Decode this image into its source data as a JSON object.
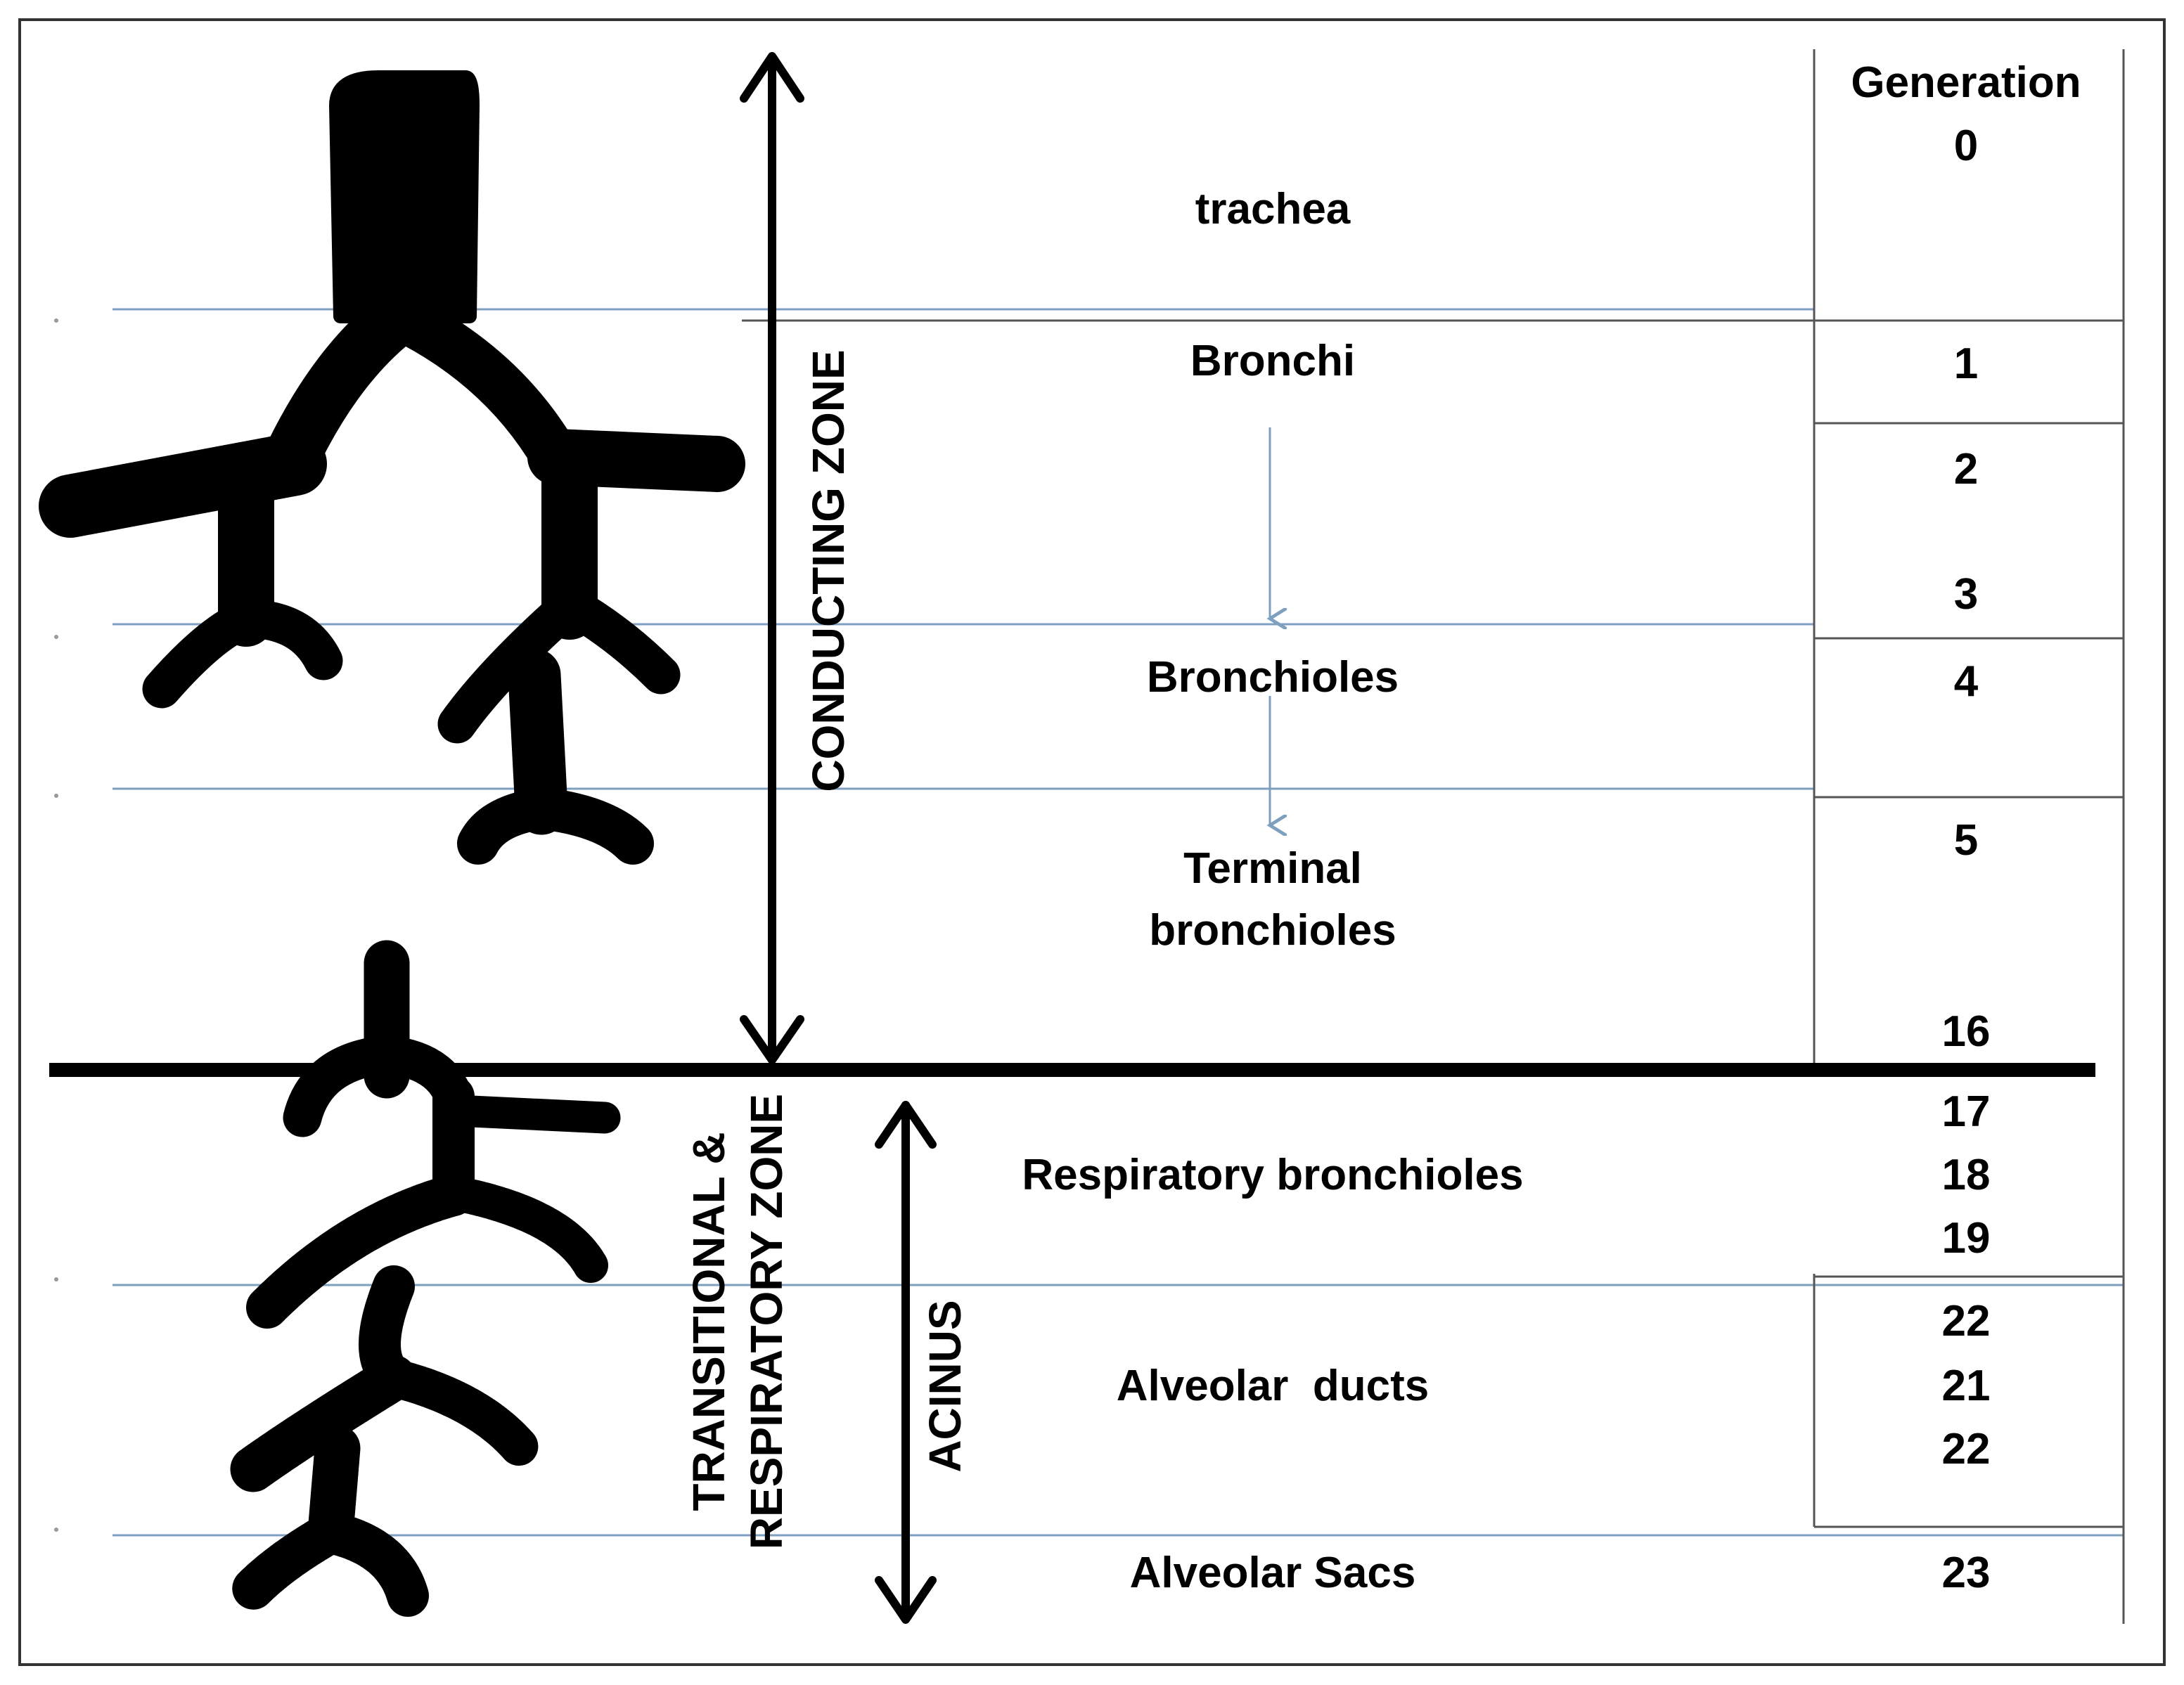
{
  "header": {
    "generation_label": "Generation"
  },
  "zones": {
    "conducting": "CONDUCTING ZONE",
    "transitional_line1": "TRANSITIONAL &",
    "transitional_line2": "RESPIRATORY ZONE",
    "acinus": "ACINUS"
  },
  "structures": {
    "trachea": "trachea",
    "bronchi": "Bronchi",
    "bronchioles": "Bronchioles",
    "terminal_line1": "Terminal",
    "terminal_line2": "bronchioles",
    "respiratory_bronchioles": "Respiratory bronchioles",
    "alveolar_ducts": "Alveolar  ducts",
    "alveolar_sacs": "Alveolar Sacs"
  },
  "generations": {
    "g0": "0",
    "g1": "1",
    "g2": "2",
    "g3": "3",
    "g4": "4",
    "g5": "5",
    "g16": "16",
    "g17": "17",
    "g18": "18",
    "g19": "19",
    "g22a": "22",
    "g21": "21",
    "g22b": "22",
    "g23": "23"
  },
  "colors": {
    "guide_line": "#7f9fbf",
    "ink": "#000000",
    "table_rule": "#555555",
    "border": "#333333"
  }
}
